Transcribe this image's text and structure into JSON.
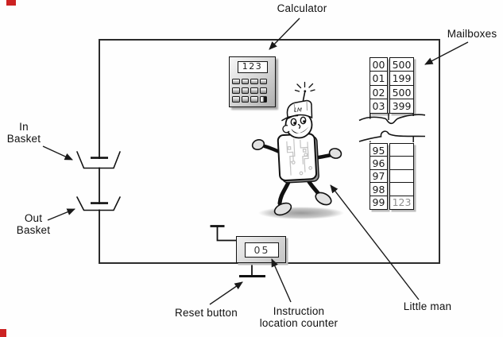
{
  "labels": {
    "calculator": "Calculator",
    "mailboxes": "Mailboxes",
    "in_basket": [
      "In",
      "Basket"
    ],
    "out_basket": [
      "Out",
      "Basket"
    ],
    "reset_button": "Reset button",
    "instruction_location_counter": [
      "Instruction",
      "location counter"
    ],
    "little_man": "Little man"
  },
  "calculator": {
    "display": "123"
  },
  "instruction_location_counter": {
    "display": "05"
  },
  "mailboxes": {
    "upper": [
      {
        "addr": "00",
        "value": "500"
      },
      {
        "addr": "01",
        "value": "199"
      },
      {
        "addr": "02",
        "value": "500"
      },
      {
        "addr": "03",
        "value": "399"
      }
    ],
    "lower": [
      {
        "addr": "95",
        "value": ""
      },
      {
        "addr": "96",
        "value": ""
      },
      {
        "addr": "97",
        "value": ""
      },
      {
        "addr": "98",
        "value": ""
      },
      {
        "addr": "99",
        "value": "123"
      }
    ]
  },
  "little_man": {
    "cap_label": "LM"
  },
  "colors": {
    "line": "#1a1a1a",
    "muted_value": "#8f8f8f",
    "panel_gray": "#c9c9c9",
    "artifact_red": "#cc2222"
  }
}
